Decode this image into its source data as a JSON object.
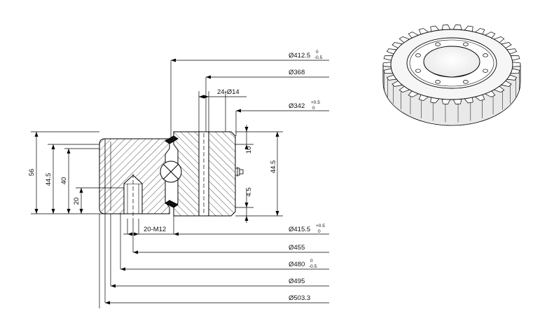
{
  "callouts_right": [
    {
      "label": "Ø412.5",
      "tol_upper": "0",
      "tol_lower": "-0.5"
    },
    {
      "label": "Ø368",
      "tol_upper": "",
      "tol_lower": ""
    },
    {
      "label": "Ø342",
      "tol_upper": "+0.5",
      "tol_lower": "0"
    },
    {
      "label": "Ø415.5",
      "tol_upper": "+0.5",
      "tol_lower": "0"
    },
    {
      "label": "Ø455",
      "tol_upper": "",
      "tol_lower": ""
    },
    {
      "label": "Ø480",
      "tol_upper": "0",
      "tol_lower": "-0.5"
    },
    {
      "label": "Ø495",
      "tol_upper": "",
      "tol_lower": ""
    },
    {
      "label": "Ø503.3",
      "tol_upper": "",
      "tol_lower": ""
    }
  ],
  "hole_callouts": {
    "bolt_holes": "24-Ø14",
    "threaded_holes": "20-M12"
  },
  "height_dims_left": [
    "56",
    "44.5",
    "40",
    "20"
  ],
  "height_dims_right": [
    "10",
    "44.5",
    "4.5"
  ],
  "gear_teeth": 34,
  "colors": {
    "line": "#000000",
    "hatch": "#222222",
    "gear_face": "#f4f4f4",
    "gear_shadow": "#cfcfcf"
  }
}
